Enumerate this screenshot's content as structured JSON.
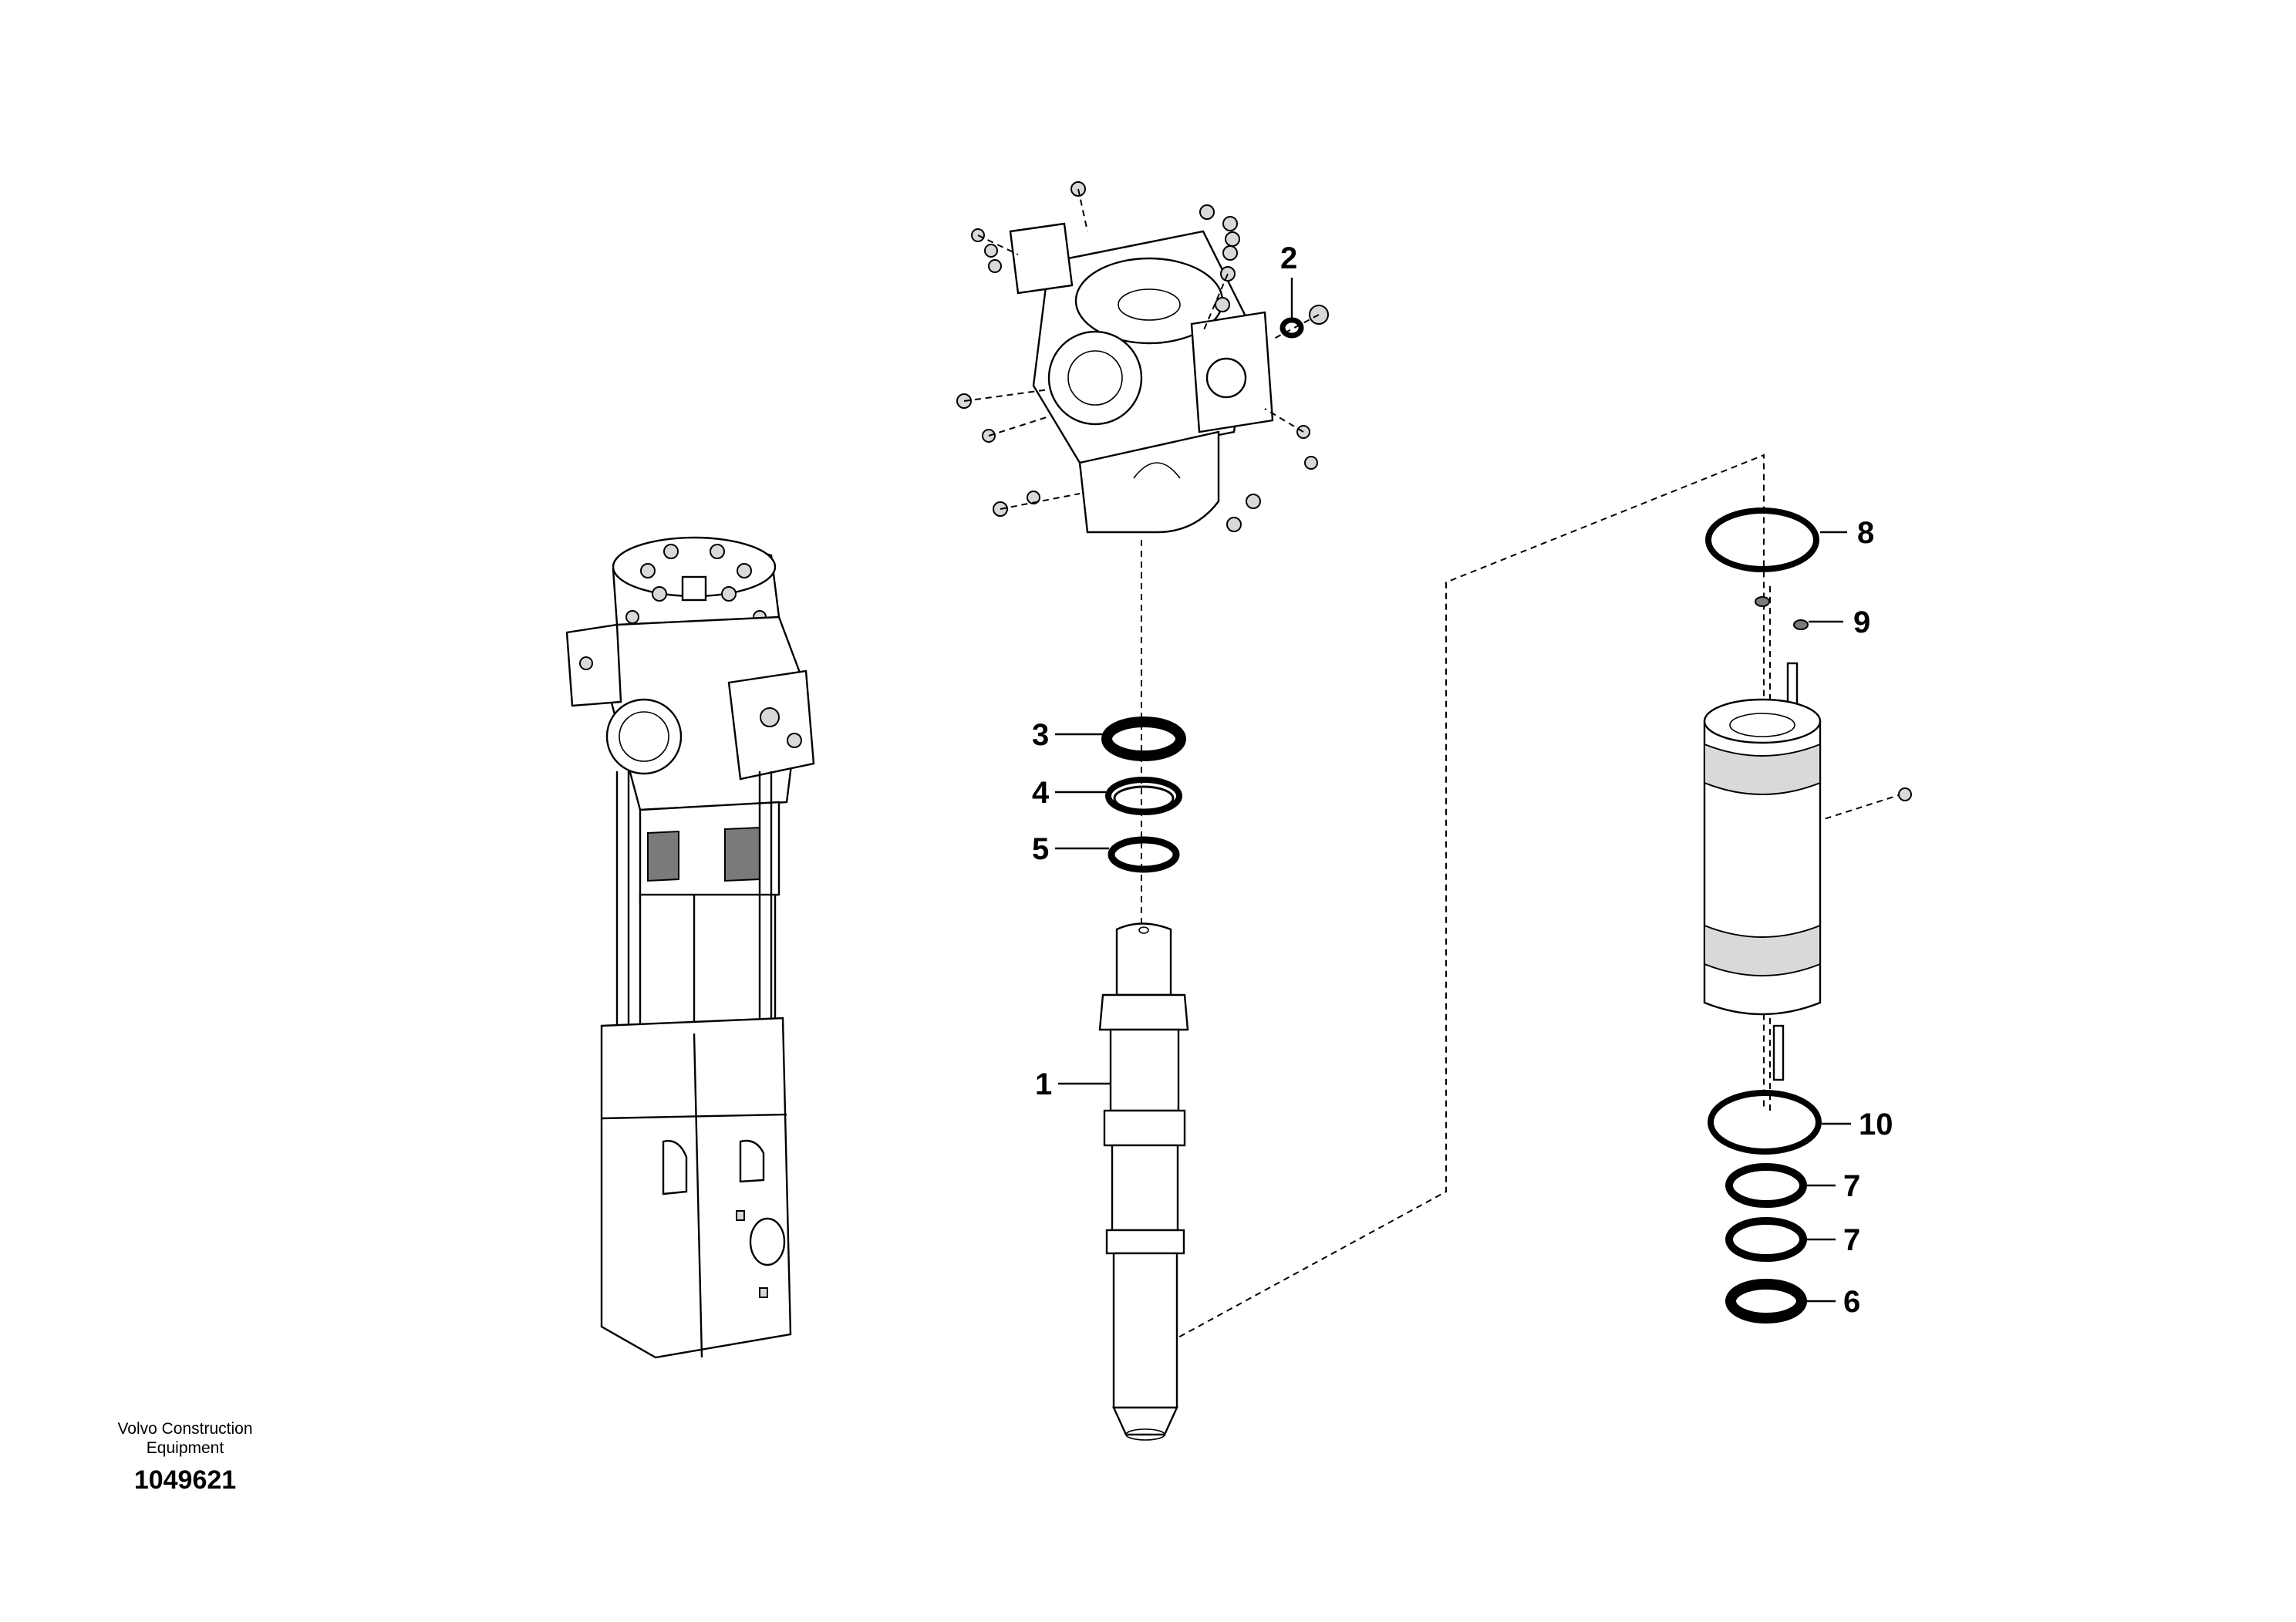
{
  "diagram": {
    "callouts": [
      {
        "id": "1",
        "label": "1"
      },
      {
        "id": "2",
        "label": "2"
      },
      {
        "id": "3",
        "label": "3"
      },
      {
        "id": "4",
        "label": "4"
      },
      {
        "id": "5",
        "label": "5"
      },
      {
        "id": "6",
        "label": "6"
      },
      {
        "id": "7a",
        "label": "7"
      },
      {
        "id": "7b",
        "label": "7"
      },
      {
        "id": "8",
        "label": "8"
      },
      {
        "id": "9",
        "label": "9"
      },
      {
        "id": "10",
        "label": "10"
      }
    ]
  },
  "caption": {
    "company_line1": "Volvo Construction",
    "company_line2": "Equipment",
    "drawing_number": "1049621"
  }
}
